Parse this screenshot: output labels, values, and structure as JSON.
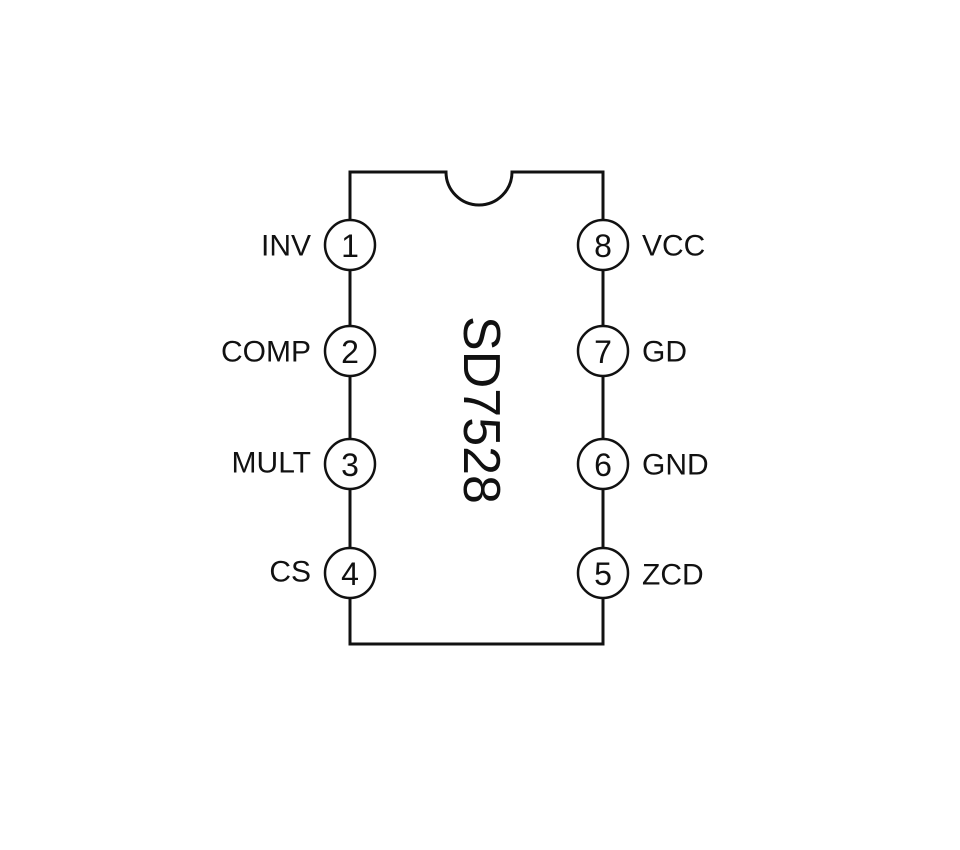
{
  "chip": {
    "part_number": "SD7528"
  },
  "pins": {
    "left": [
      {
        "number": "1",
        "name": "INV"
      },
      {
        "number": "2",
        "name": "COMP"
      },
      {
        "number": "3",
        "name": "MULT"
      },
      {
        "number": "4",
        "name": "CS"
      }
    ],
    "right": [
      {
        "number": "8",
        "name": "VCC"
      },
      {
        "number": "7",
        "name": "GD"
      },
      {
        "number": "6",
        "name": "GND"
      },
      {
        "number": "5",
        "name": "ZCD"
      }
    ]
  }
}
